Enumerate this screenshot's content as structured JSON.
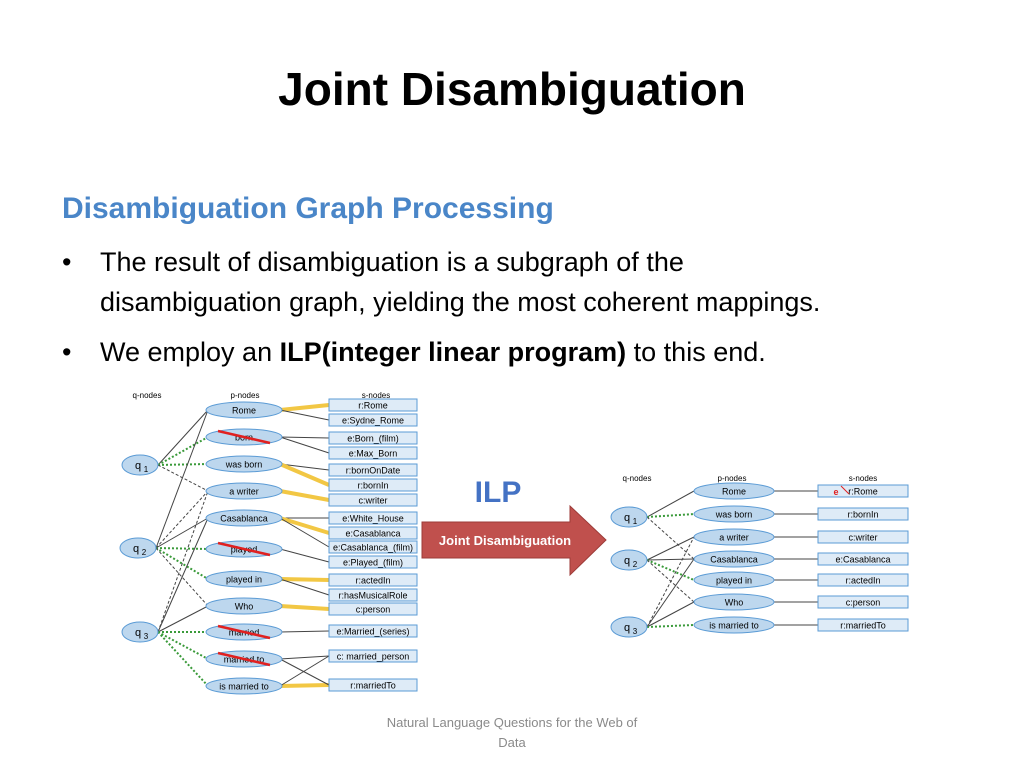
{
  "slide": {
    "title": "Joint Disambiguation",
    "subtitle": "Disambiguation Graph Processing",
    "bullets": [
      {
        "text": "The result of disambiguation is a subgraph of the",
        "text2": "disambiguation graph, yielding the most coherent mappings."
      },
      {
        "prefix": "We employ an ",
        "bold": "ILP(integer linear program)",
        "suffix": " to this end."
      }
    ],
    "footer_line1": "Natural Language Questions for the Web of",
    "footer_line2": "Data"
  },
  "diagram": {
    "column_headers": {
      "q": "q-nodes",
      "p": "p-nodes",
      "s": "s-nodes"
    },
    "left": {
      "q_nodes": [
        "q",
        "q",
        "q"
      ],
      "q_subs": [
        "1",
        "2",
        "3"
      ],
      "p_nodes": [
        "Rome",
        "born",
        "was born",
        "a writer",
        "Casablanca",
        "played",
        "played in",
        "Who",
        "married",
        "married to",
        "is married to"
      ],
      "s_nodes": [
        "r:Rome",
        "e:Sydne_Rome",
        "e:Born_(film)",
        "e:Max_Born",
        "r:bornOnDate",
        "r:bornIn",
        "c:writer",
        "e:White_House",
        "e:Casablanca",
        "e:Casablanca_(film)",
        "e:Played_(film)",
        "r:actedIn",
        "r:hasMusicalRole",
        "c:person",
        "e:Married_(series)",
        "c: married_person",
        "r:marriedTo"
      ]
    },
    "ilp_label": "ILP",
    "arrow_label": "Joint Disambiguation",
    "right": {
      "q_nodes": [
        "q",
        "q",
        "q"
      ],
      "q_subs": [
        "1",
        "2",
        "3"
      ],
      "p_nodes": [
        "Rome",
        "was born",
        "a writer",
        "Casablanca",
        "played in",
        "Who",
        "is married to"
      ],
      "s_nodes": [
        "r:Rome",
        "r:bornIn",
        "c:writer",
        "e:Casablanca",
        "r:actedIn",
        "c:person",
        "r:marriedTo"
      ],
      "annotation": "e"
    },
    "colors": {
      "title_blue": "#4a86c8",
      "node_fill": "#bdd7ee",
      "node_stroke": "#5b9bd5",
      "arrow_red": "#c0504d",
      "ilp_blue": "#4472c4",
      "selected_edge": "#f2c744",
      "strike": "#e02020",
      "dotted_green": "#3a9a3a"
    }
  }
}
